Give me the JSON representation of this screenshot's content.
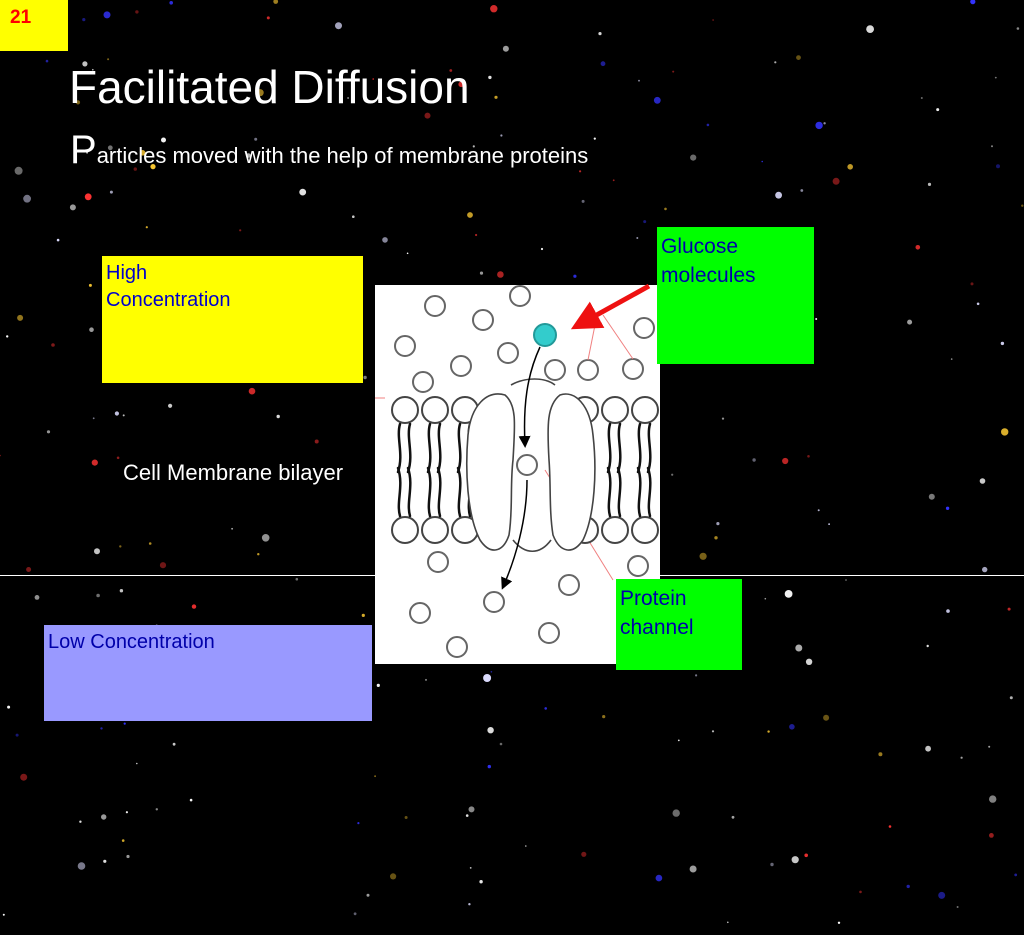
{
  "slide_number": "21",
  "title": "Facilitated Diffusion",
  "subtitle": {
    "initial": "P",
    "rest": "articles moved with the help of membrane proteins"
  },
  "labels": {
    "high_concentration": [
      "High",
      "Concentration"
    ],
    "low_concentration": "Low Concentration",
    "glucose": [
      "Glucose",
      "molecules"
    ],
    "protein": [
      "Protein",
      "channel"
    ],
    "membrane": "Cell Membrane bilayer"
  },
  "colors": {
    "background": "#000000",
    "yellow": "#ffff00",
    "green": "#00ff00",
    "lavender": "#9999ff",
    "glucose_molecule": "#33cccc",
    "pointer_arrow": "#ee1111"
  }
}
